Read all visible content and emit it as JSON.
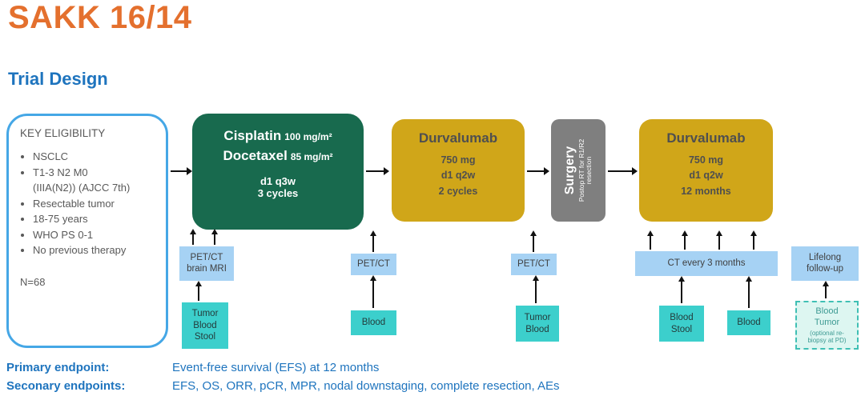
{
  "title": "SAKK 16/14",
  "subtitle": "Trial Design",
  "colors": {
    "title_orange": "#E4702E",
    "heading_blue": "#1E74BE",
    "chemo_green": "#186A4E",
    "durvalumab_gold": "#D0A619",
    "surgery_gray": "#7F7F7F",
    "assessment_blue": "#A6D2F4",
    "sample_cyan": "#3CCFCC",
    "eligibility_border": "#45A7E6"
  },
  "eligibility": {
    "heading": "KEY ELIGIBILITY",
    "items": [
      "NSCLC",
      "T1-3 N2 M0\n(IIIA(N2)) (AJCC 7th)",
      "Resectable tumor",
      "18-75 years",
      "WHO PS 0-1",
      "No previous therapy"
    ],
    "n": "N=68"
  },
  "boxes": {
    "chemo": {
      "drug1": "Cisplatin",
      "dose1": "100 mg/m²",
      "drug2": "Docetaxel",
      "dose2": "85 mg/m²",
      "schedule": "d1 q3w",
      "cycles": "3 cycles"
    },
    "durva1": {
      "name": "Durvalumab",
      "dose": "750 mg",
      "schedule": "d1 q2w",
      "duration": "2 cycles"
    },
    "surgery": {
      "name": "Surgery",
      "note": "Postop RT for R1/R2\nresection"
    },
    "durva2": {
      "name": "Durvalumab",
      "dose": "750 mg",
      "schedule": "d1 q2w",
      "duration": "12 months"
    }
  },
  "assessments": {
    "petct_brain_mri": "PET/CT\nbrain MRI",
    "petct_2": "PET/CT",
    "petct_3": "PET/CT",
    "ct_every_3_months": "CT every 3 months",
    "lifelong_followup": "Lifelong\nfollow-up"
  },
  "samples": {
    "s1": "Tumor\nBlood\nStool",
    "s2": "Blood",
    "s3": "Tumor\nBlood",
    "s4": "Blood\nStool",
    "s5": "Blood",
    "s6_main": "Blood\nTumor",
    "s6_note": "(optional re-\nbiopsy at PD)"
  },
  "endpoints": {
    "primary_label": "Primary endpoint:",
    "primary_value": "Event-free survival (EFS) at 12 months",
    "secondary_label": "Seconary endpoints:",
    "secondary_value": "EFS, OS, ORR, pCR, MPR, nodal downstaging, complete resection, AEs"
  }
}
